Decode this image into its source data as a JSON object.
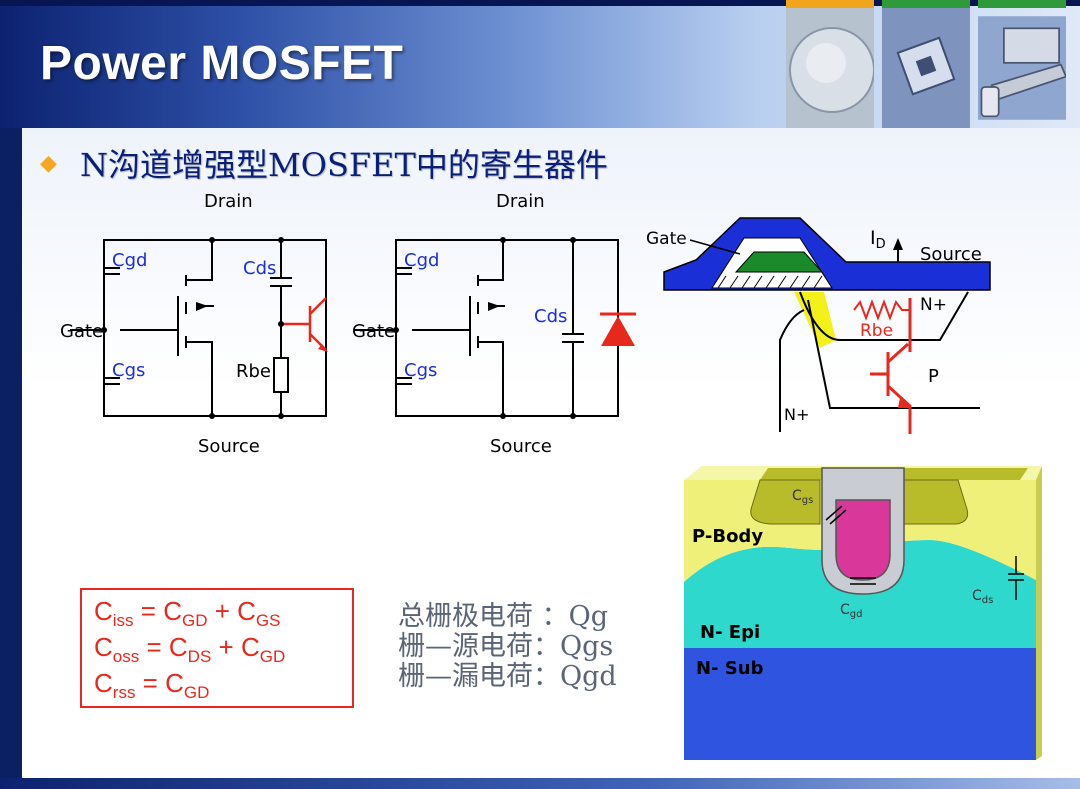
{
  "title": "Power MOSFET",
  "subtitle": "N沟道增强型MOSFET中的寄生器件",
  "circuit1": {
    "drain": "Drain",
    "source": "Source",
    "gate": "Gate",
    "cgd": "Cgd",
    "cgs": "Cgs",
    "cds": "Cds",
    "rbe": "Rbe"
  },
  "circuit2": {
    "drain": "Drain",
    "source": "Source",
    "gate": "Gate",
    "cgd": "Cgd",
    "cgs": "Cgs",
    "cds": "Cds"
  },
  "cross_section": {
    "gate": "Gate",
    "id": "I",
    "id_sub": "D",
    "source": "Source",
    "nplus_top": "N+",
    "rbe": "Rbe",
    "p": "P",
    "nplus_left": "N+"
  },
  "trench": {
    "cgs": "C",
    "cgs_sub": "gs",
    "cgd": "C",
    "cgd_sub": "gd",
    "cds": "C",
    "cds_sub": "ds",
    "p_body": "P-Body",
    "n_epi": "N- Epi",
    "n_sub": "N- Sub"
  },
  "equations": [
    {
      "lhs": "C",
      "lhs_sub": "iss",
      "rhs1": "C",
      "rhs1_sub": "GD",
      "rhs2": "C",
      "rhs2_sub": "GS"
    },
    {
      "lhs": "C",
      "lhs_sub": "oss",
      "rhs1": "C",
      "rhs1_sub": "DS",
      "rhs2": "C",
      "rhs2_sub": "GD"
    },
    {
      "lhs": "C",
      "lhs_sub": "rss",
      "rhs1": "C",
      "rhs1_sub": "GD"
    }
  ],
  "charges": [
    "总栅极电荷 ：Qg",
    "栅—源电荷：Qgs",
    "栅—漏电荷：Qgd"
  ],
  "colors": {
    "accent": "#e8281c",
    "title_text": "#0a1f7a",
    "gate_blue": "#1a2fd6",
    "gate_green": "#1a8a2a",
    "trench_magenta": "#d9389a"
  }
}
